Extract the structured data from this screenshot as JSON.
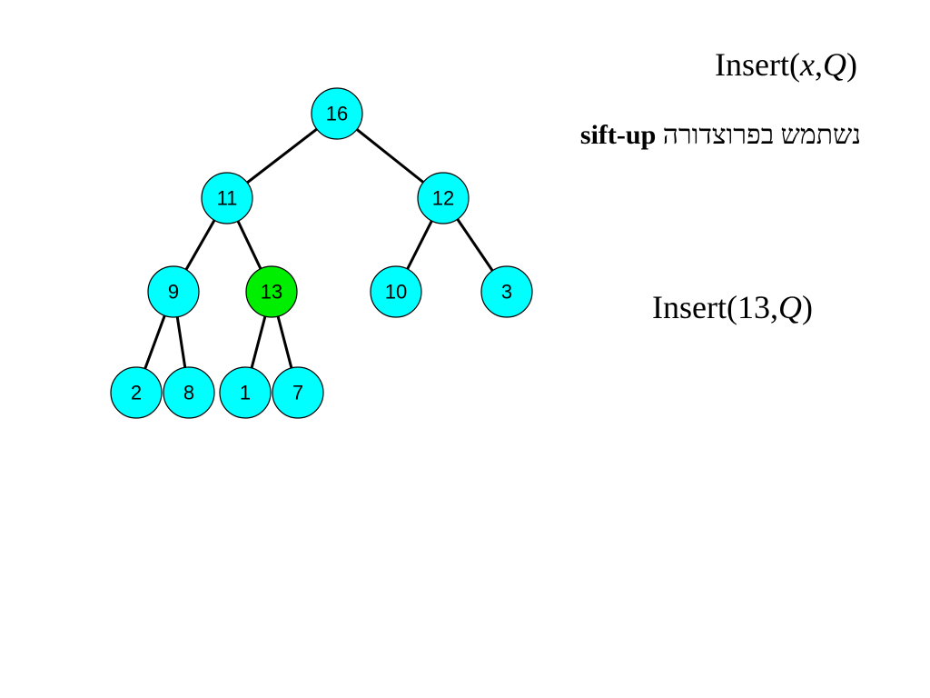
{
  "title": {
    "prefix": "Insert(",
    "arg1": "x",
    "comma": ",",
    "arg2": "Q",
    "suffix": ")"
  },
  "subtitle": {
    "keyword": "sift-up",
    "hebrew": "נשתמש בפרוצדורה"
  },
  "example": {
    "prefix": "Insert(13,",
    "arg": "Q",
    "suffix": ")"
  },
  "colors": {
    "node_fill": "#00ffff",
    "highlight_fill": "#00ee00",
    "edge": "#000000"
  },
  "tree": {
    "nodes": [
      {
        "id": "n16",
        "label": "16",
        "highlight": false
      },
      {
        "id": "n11",
        "label": "11",
        "highlight": false
      },
      {
        "id": "n12",
        "label": "12",
        "highlight": false
      },
      {
        "id": "n9",
        "label": "9",
        "highlight": false
      },
      {
        "id": "n13",
        "label": "13",
        "highlight": true
      },
      {
        "id": "n10",
        "label": "10",
        "highlight": false
      },
      {
        "id": "n3",
        "label": "3",
        "highlight": false
      },
      {
        "id": "n2",
        "label": "2",
        "highlight": false
      },
      {
        "id": "n8",
        "label": "8",
        "highlight": false
      },
      {
        "id": "n1",
        "label": "1",
        "highlight": false
      },
      {
        "id": "n7",
        "label": "7",
        "highlight": false
      }
    ],
    "edges": [
      [
        "n16",
        "n11"
      ],
      [
        "n16",
        "n12"
      ],
      [
        "n11",
        "n9"
      ],
      [
        "n11",
        "n13"
      ],
      [
        "n12",
        "n10"
      ],
      [
        "n12",
        "n3"
      ],
      [
        "n9",
        "n2"
      ],
      [
        "n9",
        "n8"
      ],
      [
        "n13",
        "n1"
      ],
      [
        "n13",
        "n7"
      ]
    ]
  }
}
